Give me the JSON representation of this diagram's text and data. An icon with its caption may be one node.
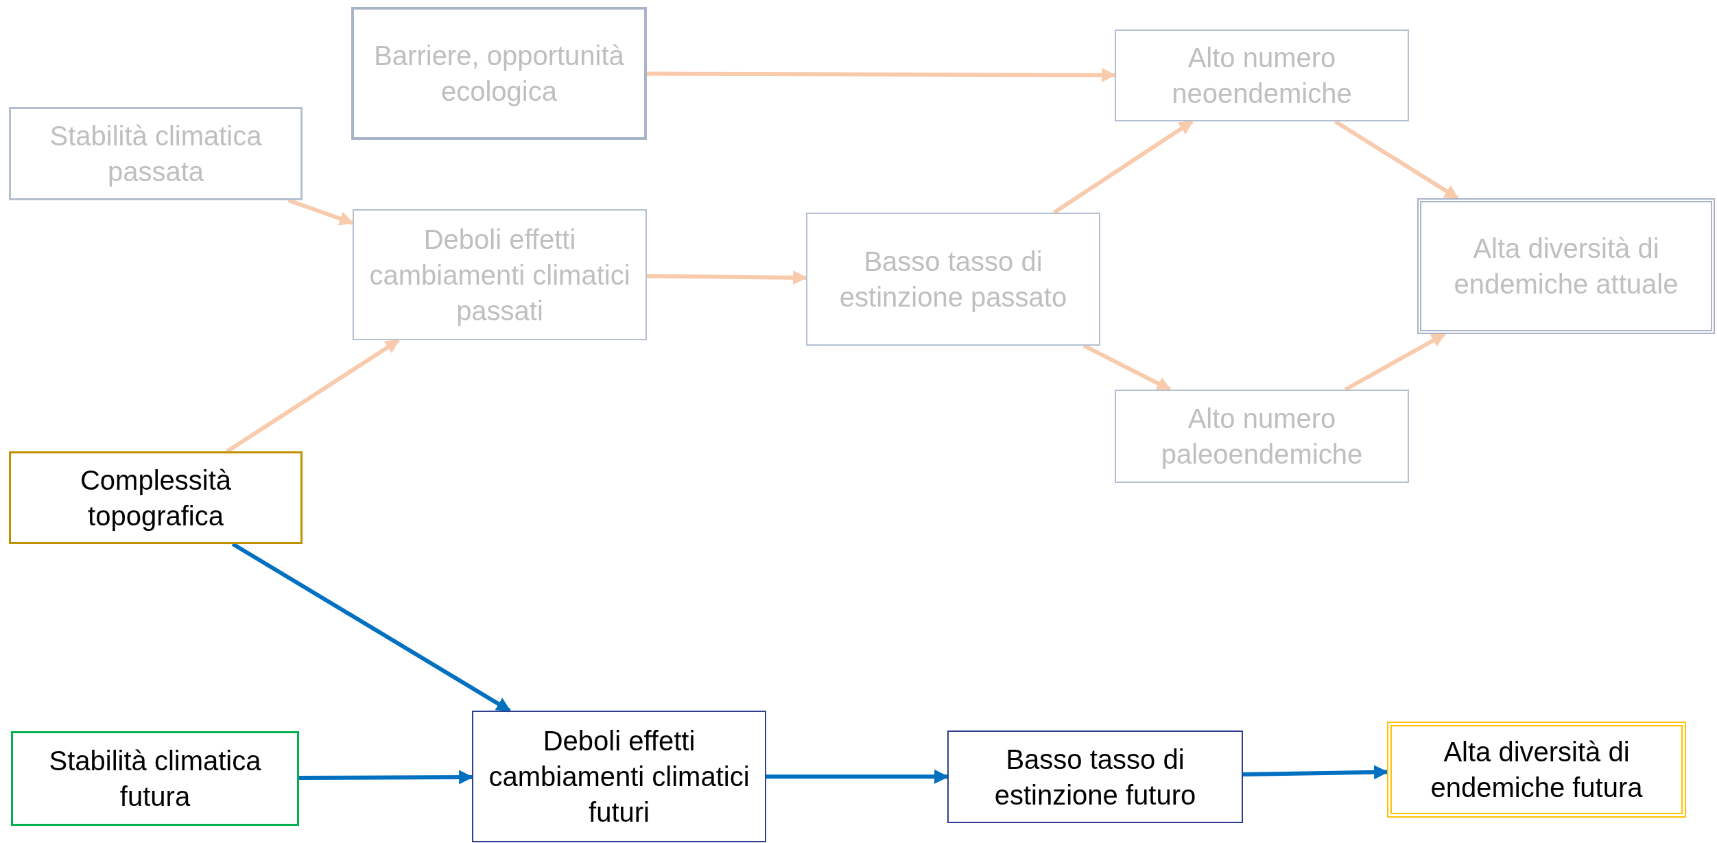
{
  "diagram": {
    "nodes": [
      {
        "text": [
          "Barriere, opportunità ecologica"
        ]
      },
      {
        "text": [
          "Stabilità climatica passata"
        ]
      },
      {
        "text": [
          "Alto numero neoendemiche"
        ]
      },
      {
        "text": [
          "Deboli effetti cambiamenti climatici passati"
        ]
      },
      {
        "text": [
          "Basso tasso di estinzione passato"
        ]
      },
      {
        "text": [
          "Alta diversità di endemiche attuale"
        ]
      },
      {
        "text": [
          "Alto numero paleoendemiche"
        ]
      },
      {
        "text": [
          "Complessità topografica"
        ]
      },
      {
        "text": [
          "Stabilità climatica futura"
        ]
      },
      {
        "text": [
          "Deboli effetti cambiamenti climatici futuri"
        ]
      },
      {
        "text": [
          "Basso tasso di estinzione futuro"
        ]
      },
      {
        "text": [
          "Alta diversità di endemiche futura"
        ]
      }
    ],
    "edges": [
      {
        "from": 0,
        "to": 2,
        "arrow": "to"
      },
      {
        "from": 1,
        "to": 3,
        "arrow": "to"
      },
      {
        "from": 7,
        "to": 3,
        "arrow": "to"
      },
      {
        "from": 3,
        "to": 4,
        "arrow": "to"
      },
      {
        "from": 4,
        "to": 2,
        "arrow": "to"
      },
      {
        "from": 4,
        "to": 6,
        "arrow": "to"
      },
      {
        "from": 2,
        "to": 5,
        "arrow": "to"
      },
      {
        "from": 6,
        "to": 5,
        "arrow": "to"
      },
      {
        "from": 7,
        "to": 9,
        "arrow": "to",
        "color": "#0070c0"
      },
      {
        "from": 8,
        "to": 9,
        "arrow": "to",
        "color": "#0070c0"
      },
      {
        "from": 9,
        "to": 10,
        "arrow": "to",
        "color": "#0070c0"
      },
      {
        "from": 10,
        "to": 11,
        "arrow": "to",
        "color": "#0070c0"
      }
    ]
  }
}
